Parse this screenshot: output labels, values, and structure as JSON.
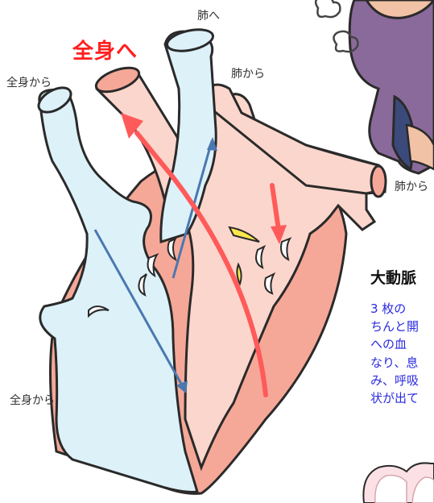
{
  "labels": {
    "lung_top": "肺へ",
    "whole_body_out": "全身へ",
    "whole_body_in_top": "全身から",
    "lung_in_right": "肺から",
    "lung_in_far_right": "肺から",
    "whole_body_in_bottom": "全身から"
  },
  "article": {
    "heading": "大動脈",
    "lines": [
      "3 枚の",
      "ちんと開",
      "への血",
      "なり、息",
      "み、呼吸",
      "状が出て"
    ]
  },
  "colors": {
    "right_heart": "#ddf1f9",
    "left_heart": "#fbd6cc",
    "muscle": "#f5a898",
    "outline": "#2a2a2a",
    "arterial_arrow": "#ff5a5a",
    "venous_arrow": "#4a78b0",
    "valve_yellow": "#fde74c",
    "title_red": "#ff1f1f",
    "body_text_blue": "#2a2ae0"
  }
}
